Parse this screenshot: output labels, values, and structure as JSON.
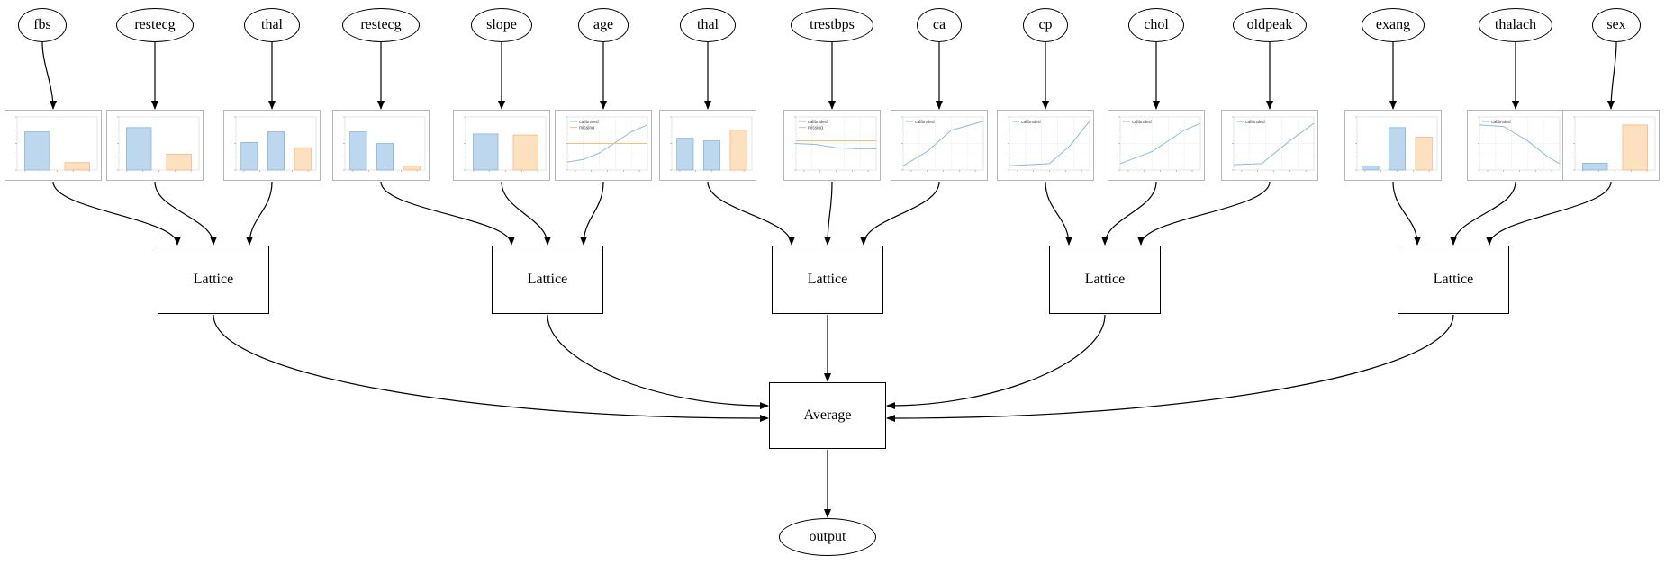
{
  "features": [
    {
      "label": "fbs",
      "chart": {
        "type": "bar",
        "bars": [
          {
            "color": "blue",
            "value": 0.72
          },
          {
            "color": "orange",
            "value": 0.14
          }
        ]
      }
    },
    {
      "label": "restecg",
      "chart": {
        "type": "bar",
        "bars": [
          {
            "color": "blue",
            "value": 0.8
          },
          {
            "color": "orange",
            "value": 0.3
          }
        ]
      }
    },
    {
      "label": "thal",
      "chart": {
        "type": "bar",
        "bars": [
          {
            "color": "blue",
            "value": 0.52
          },
          {
            "color": "blue",
            "value": 0.72
          },
          {
            "color": "orange",
            "value": 0.42
          }
        ]
      }
    },
    {
      "label": "restecg",
      "chart": {
        "type": "bar",
        "bars": [
          {
            "color": "blue",
            "value": 0.72
          },
          {
            "color": "blue",
            "value": 0.5
          },
          {
            "color": "orange",
            "value": 0.08
          }
        ]
      }
    },
    {
      "label": "slope",
      "chart": {
        "type": "bar",
        "bars": [
          {
            "color": "blue",
            "value": 0.68
          },
          {
            "color": "orange",
            "value": 0.66
          }
        ]
      }
    },
    {
      "label": "age",
      "chart": {
        "type": "line",
        "legend": [
          "calibrated",
          "missing"
        ],
        "series": [
          {
            "color": "blue",
            "points": [
              [
                0,
                0.15
              ],
              [
                0.2,
                0.2
              ],
              [
                0.4,
                0.32
              ],
              [
                0.6,
                0.52
              ],
              [
                0.8,
                0.72
              ],
              [
                1,
                0.85
              ]
            ]
          },
          {
            "color": "orange",
            "points": [
              [
                0,
                0.5
              ],
              [
                1,
                0.5
              ]
            ]
          }
        ]
      }
    },
    {
      "label": "thal",
      "chart": {
        "type": "bar",
        "bars": [
          {
            "color": "blue",
            "value": 0.6
          },
          {
            "color": "blue",
            "value": 0.55
          },
          {
            "color": "orange",
            "value": 0.75
          }
        ]
      }
    },
    {
      "label": "trestbps",
      "chart": {
        "type": "line",
        "legend": [
          "calibrated",
          "missing"
        ],
        "series": [
          {
            "color": "blue",
            "points": [
              [
                0,
                0.5
              ],
              [
                0.25,
                0.48
              ],
              [
                0.5,
                0.42
              ],
              [
                0.75,
                0.4
              ],
              [
                1,
                0.4
              ]
            ]
          },
          {
            "color": "orange",
            "points": [
              [
                0,
                0.55
              ],
              [
                1,
                0.55
              ]
            ]
          }
        ]
      }
    },
    {
      "label": "ca",
      "chart": {
        "type": "line",
        "legend": [
          "calibrated"
        ],
        "series": [
          {
            "color": "blue",
            "points": [
              [
                0,
                0.08
              ],
              [
                0.3,
                0.35
              ],
              [
                0.6,
                0.75
              ],
              [
                1,
                0.92
              ]
            ]
          }
        ]
      }
    },
    {
      "label": "cp",
      "chart": {
        "type": "line",
        "legend": [
          "calibrated"
        ],
        "series": [
          {
            "color": "blue",
            "points": [
              [
                0,
                0.08
              ],
              [
                0.5,
                0.12
              ],
              [
                0.75,
                0.45
              ],
              [
                1,
                0.92
              ]
            ]
          }
        ]
      }
    },
    {
      "label": "chol",
      "chart": {
        "type": "line",
        "legend": [
          "calibrated"
        ],
        "series": [
          {
            "color": "blue",
            "points": [
              [
                0,
                0.12
              ],
              [
                0.4,
                0.35
              ],
              [
                0.8,
                0.75
              ],
              [
                1,
                0.88
              ]
            ]
          }
        ]
      }
    },
    {
      "label": "oldpeak",
      "chart": {
        "type": "line",
        "legend": [
          "calibrated"
        ],
        "series": [
          {
            "color": "blue",
            "points": [
              [
                0,
                0.1
              ],
              [
                0.35,
                0.12
              ],
              [
                0.7,
                0.55
              ],
              [
                1,
                0.88
              ]
            ]
          }
        ]
      }
    },
    {
      "label": "exang",
      "chart": {
        "type": "bar",
        "bars": [
          {
            "color": "blue",
            "value": 0.08
          },
          {
            "color": "blue",
            "value": 0.8
          },
          {
            "color": "orange",
            "value": 0.62
          }
        ]
      }
    },
    {
      "label": "thalach",
      "chart": {
        "type": "line",
        "legend": [
          "calibrated"
        ],
        "series": [
          {
            "color": "blue",
            "points": [
              [
                0,
                0.85
              ],
              [
                0.3,
                0.82
              ],
              [
                0.6,
                0.55
              ],
              [
                0.85,
                0.25
              ],
              [
                1,
                0.12
              ]
            ]
          }
        ]
      }
    },
    {
      "label": "sex",
      "chart": {
        "type": "bar",
        "bars": [
          {
            "color": "blue",
            "value": 0.13
          },
          {
            "color": "orange",
            "value": 0.85
          }
        ]
      }
    }
  ],
  "lattices": [
    {
      "label": "Lattice",
      "inputs": [
        "fbs",
        "restecg",
        "thal"
      ]
    },
    {
      "label": "Lattice",
      "inputs": [
        "restecg",
        "slope",
        "age"
      ]
    },
    {
      "label": "Lattice",
      "inputs": [
        "thal",
        "trestbps",
        "ca"
      ]
    },
    {
      "label": "Lattice",
      "inputs": [
        "cp",
        "chol",
        "oldpeak"
      ]
    },
    {
      "label": "Lattice",
      "inputs": [
        "exang",
        "thalach",
        "sex"
      ]
    }
  ],
  "average": {
    "label": "Average",
    "inputs": [
      "lattice-0",
      "lattice-1",
      "lattice-2",
      "lattice-3",
      "lattice-4"
    ]
  },
  "output": {
    "label": "output",
    "input": "average"
  },
  "colors": {
    "bar_blue": "#bdd7ee",
    "bar_blue_edge": "#7fb0d8",
    "bar_orange": "#fde0c0",
    "bar_orange_edge": "#f2b175",
    "line_blue": "#8bbbe0",
    "line_orange": "#fbbd77",
    "edge": "#000000"
  }
}
